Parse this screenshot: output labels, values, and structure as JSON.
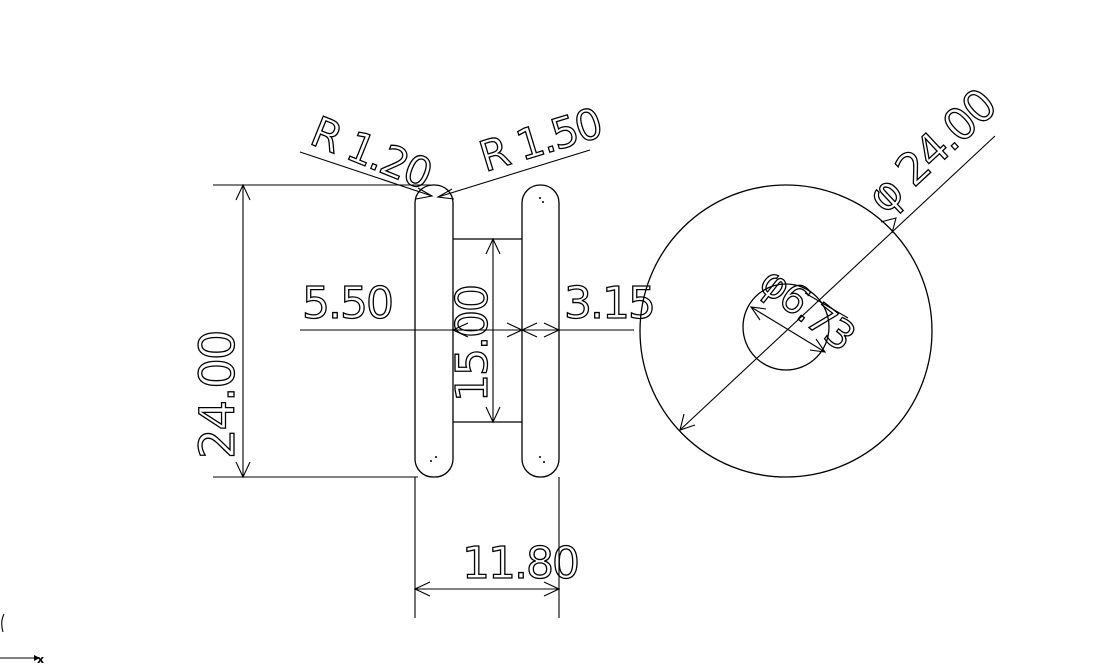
{
  "drawing": {
    "dimensions": {
      "radius_small": "R 1.20",
      "radius_large": "R 1.50",
      "hub_length": "5.50",
      "rim_width": "3.15",
      "inner_height": "15.00",
      "overall_height": "24.00",
      "overall_width": "11.80",
      "outer_diameter": "φ 24.00",
      "bore_diameter": "φ6.73"
    },
    "ucs": {
      "x_label": "x"
    }
  }
}
